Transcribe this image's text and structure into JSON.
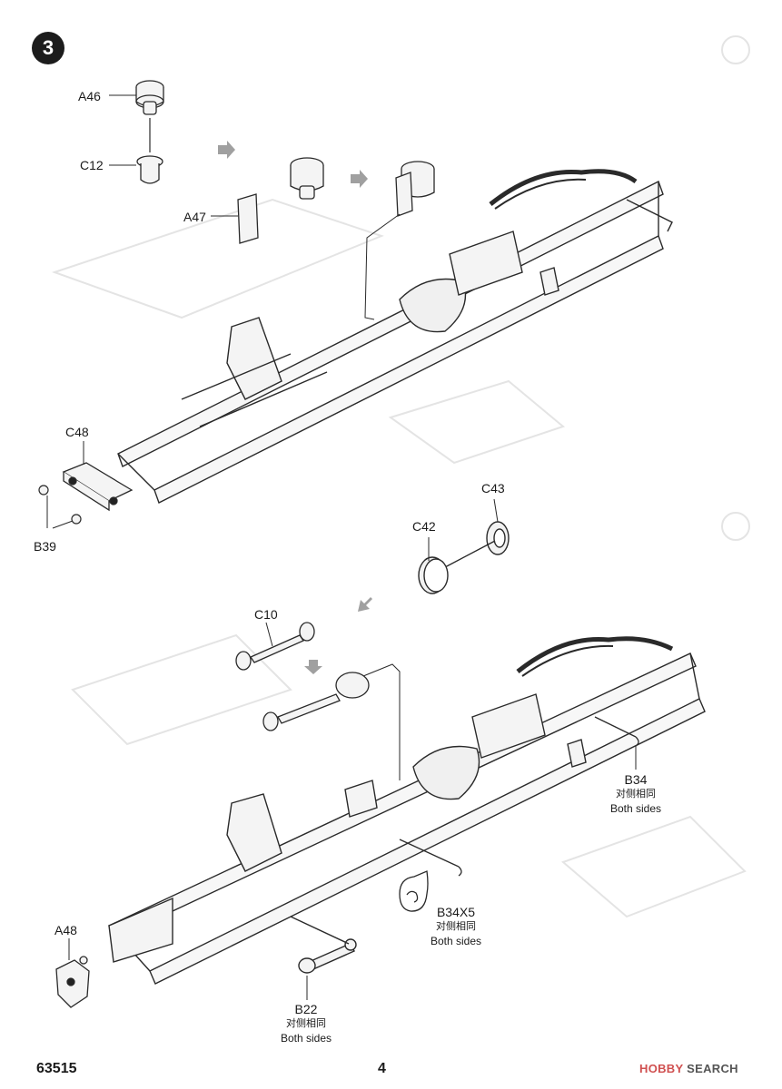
{
  "step": {
    "number": "3"
  },
  "parts": {
    "A46": "A46",
    "C12": "C12",
    "A47": "A47",
    "C48": "C48",
    "B39": "B39",
    "C43": "C43",
    "C42": "C42",
    "C10": "C10",
    "A48": "A48"
  },
  "notes": {
    "b34": {
      "part": "B34",
      "cn": "对侧相同",
      "en": "Both sides"
    },
    "b34x5": {
      "part": "B34X5",
      "cn": "对侧相同",
      "en": "Both sides"
    },
    "b22": {
      "part": "B22",
      "cn": "对侧相同",
      "en": "Both sides"
    }
  },
  "footer": {
    "code": "63515",
    "page": "4"
  },
  "watermark": {
    "part1": "HOBBY",
    "part2": "SEARCH"
  },
  "colors": {
    "line": "#2a2a2a",
    "arrow": "#a0a0a0",
    "ghost": "#e4e4e4"
  }
}
